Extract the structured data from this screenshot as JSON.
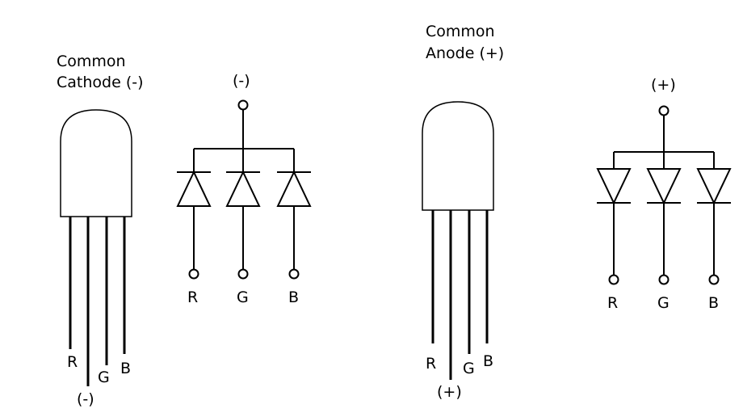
{
  "cathode": {
    "title_line1": "Common",
    "title_line2": "Cathode (-)",
    "led_pins": {
      "r": "R",
      "g": "G",
      "b": "B",
      "common": "(-)"
    },
    "schematic": {
      "common": "(-)",
      "r": "R",
      "g": "G",
      "b": "B"
    }
  },
  "anode": {
    "title_line1": "Common",
    "title_line2": "Anode (+)",
    "led_pins": {
      "r": "R",
      "g": "G",
      "b": "B",
      "common": "(+)"
    },
    "schematic": {
      "common": "(+)",
      "r": "R",
      "g": "G",
      "b": "B"
    }
  }
}
